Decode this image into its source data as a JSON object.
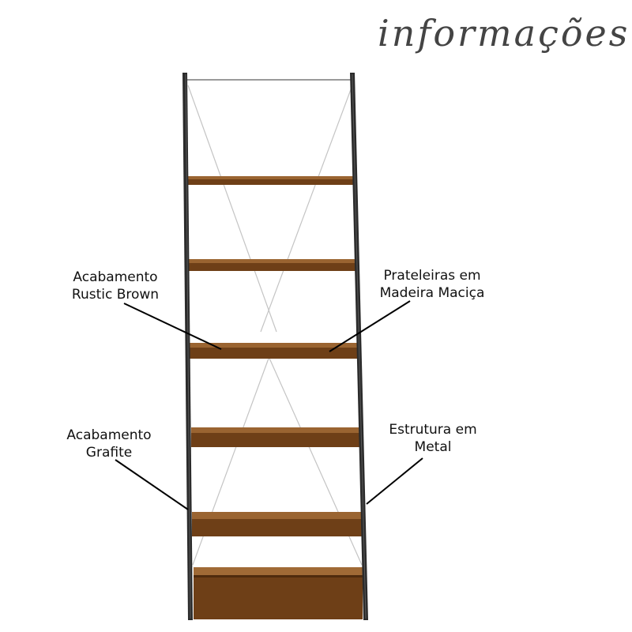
{
  "title": "informações",
  "colors": {
    "frame": "#2b2b2b",
    "frame_highlight": "#5a5a5a",
    "wood_top": "#9a6431",
    "wood_front": "#6e3f17",
    "wood_dark": "#4f2b0d",
    "cable": "#bdbdbd",
    "text": "#111111",
    "title": "#444444"
  },
  "callouts": [
    {
      "id": "rustic-brown",
      "lines": [
        "Acabamento",
        "Rustic Brown"
      ]
    },
    {
      "id": "solid-wood-shelves",
      "lines": [
        "Prateleiras em",
        "Madeira Maciça"
      ]
    },
    {
      "id": "graphite",
      "lines": [
        "Acabamento",
        "Grafite"
      ]
    },
    {
      "id": "metal-structure",
      "lines": [
        "Estrutura em",
        "Metal"
      ]
    }
  ]
}
